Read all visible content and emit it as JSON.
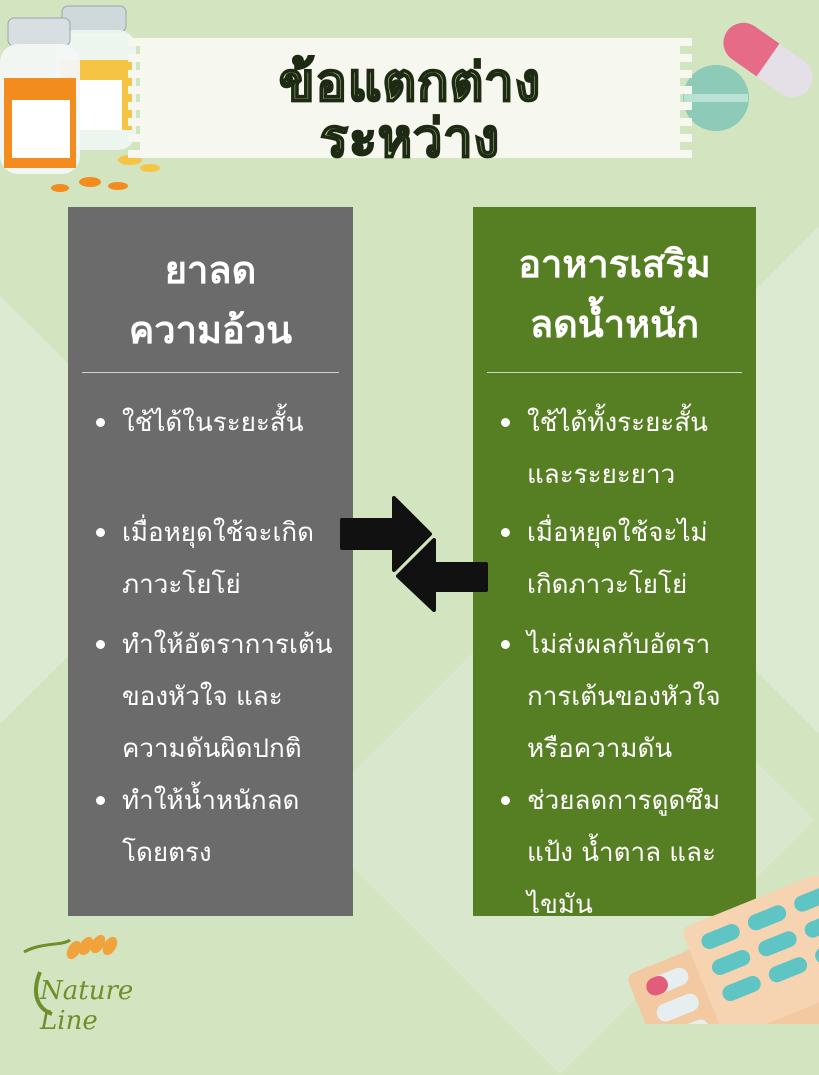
{
  "title": {
    "line1": "ข้อแตกต่าง",
    "line2": "ระหว่าง"
  },
  "left_panel": {
    "heading_line1": "ยาลด",
    "heading_line2": "ความอ้วน",
    "bullets": [
      {
        "lines": [
          "ใช้ได้ในระยะสั้น"
        ]
      },
      {
        "lines": [
          "เมื่อหยุดใช้จะเกิด",
          "ภาวะโยโย่"
        ]
      },
      {
        "lines": [
          "ทำให้อัตราการเต้น",
          "ของหัวใจ และ",
          "ความดันผิดปกติ"
        ]
      },
      {
        "lines": [
          "ทำให้น้ำหนักลด",
          "โดยตรง"
        ]
      }
    ]
  },
  "right_panel": {
    "heading_line1": "อาหารเสริม",
    "heading_line2": "ลดน้ำหนัก",
    "bullets": [
      {
        "lines": [
          "ใช้ได้ทั้งระยะสั้น",
          "และระยะยาว"
        ]
      },
      {
        "lines": [
          "เมื่อหยุดใช้จะไม่",
          "เกิดภาวะโยโย่"
        ]
      },
      {
        "lines": [
          "ไม่ส่งผลกับอัตรา",
          "การเต้นของหัวใจ",
          "หรือความดัน"
        ]
      },
      {
        "lines": [
          "ช่วยลดการดูดซึม",
          "แป้ง น้ำตาล และ",
          "ไขมัน"
        ]
      }
    ]
  },
  "logo": {
    "text": "Nature Line"
  },
  "colors": {
    "background": "#d3e4c0",
    "left_panel": "#6b6b6b",
    "right_panel": "#567e22",
    "title_fill": "#c7e39b"
  },
  "icons": [
    "medicine-bottles-icon",
    "capsule-pill-icon",
    "compare-arrows-icon",
    "pill-blister-pack-icon",
    "nature-line-logo"
  ]
}
